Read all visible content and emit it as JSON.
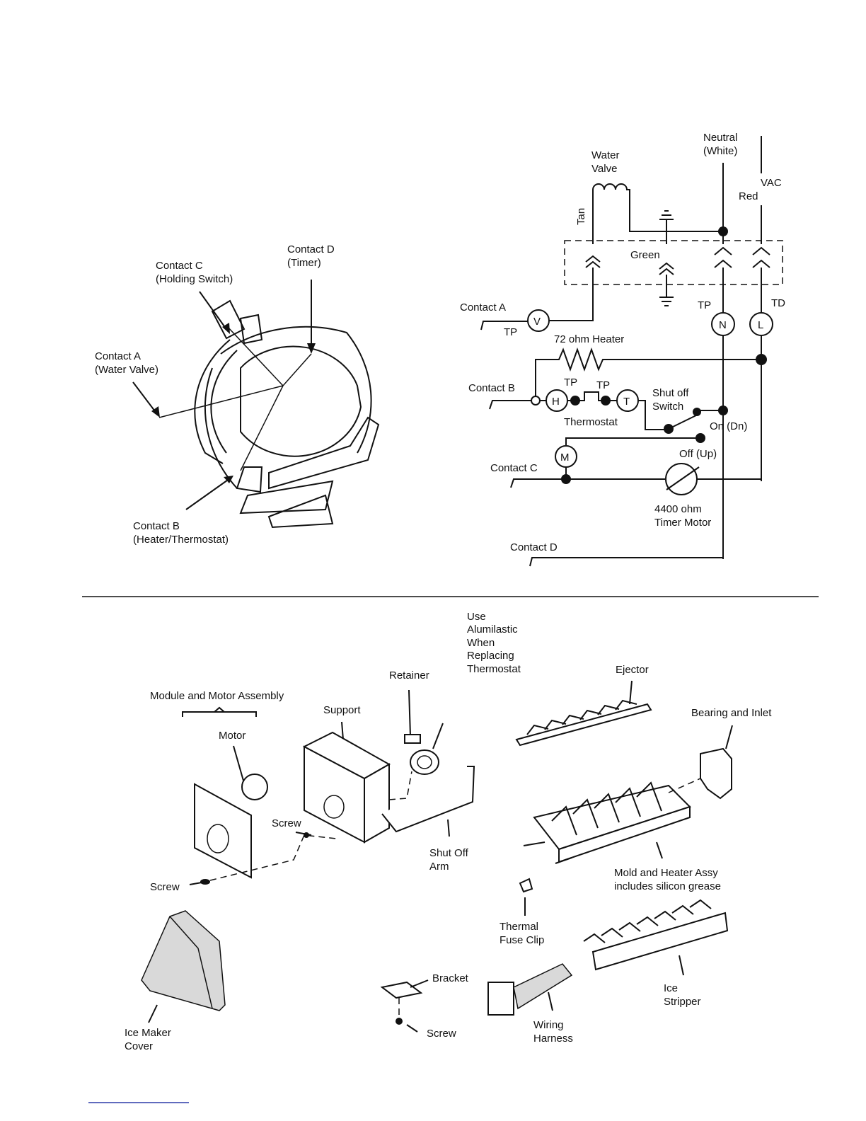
{
  "contact_diagram": {
    "contact_a": [
      "Contact A",
      "(Water Valve)"
    ],
    "contact_b": [
      "Contact B",
      "(Heater/Thermostat)"
    ],
    "contact_c": [
      "Contact C",
      "(Holding Switch)"
    ],
    "contact_d": [
      "Contact D",
      "(Timer)"
    ]
  },
  "wiring": {
    "neutral": [
      "Neutral",
      "(White)"
    ],
    "vac": "VAC",
    "red": "Red",
    "water_valve": [
      "Water",
      "Valve"
    ],
    "tan": "Tan",
    "green": "Green",
    "tp_left": "TP",
    "tp_n": "TP",
    "td": "TD",
    "contact_a": "Contact A",
    "contact_b": "Contact B",
    "contact_c": "Contact C",
    "contact_d": "Contact D",
    "heater": "72 ohm Heater",
    "tp_h": "TP",
    "tp_t": "TP",
    "thermostat": "Thermostat",
    "shutoff": [
      "Shut off",
      "Switch"
    ],
    "on_dn": "On (Dn)",
    "off_up": "Off (Up)",
    "timer_motor": [
      "4400 ohm",
      "Timer Motor"
    ],
    "symbols": {
      "v": "V",
      "n": "N",
      "l": "L",
      "h": "H",
      "t": "T",
      "m": "M"
    }
  },
  "parts": {
    "alumilastic": [
      "Use",
      "Alumilastic",
      "When",
      "Replacing",
      "Thermostat"
    ],
    "ejector": "Ejector",
    "retainer": "Retainer",
    "module_motor": "Module and Motor Assembly",
    "support": "Support",
    "bearing_inlet": "Bearing and Inlet",
    "motor": "Motor",
    "screw1": "Screw",
    "screw2": "Screw",
    "screw3": "Screw",
    "shut_off_arm": [
      "Shut Off",
      "Arm"
    ],
    "mold_heater": [
      "Mold and Heater Assy",
      "includes silicon grease"
    ],
    "thermal_fuse": [
      "Thermal",
      "Fuse Clip"
    ],
    "ice_stripper": [
      "Ice",
      "Stripper"
    ],
    "bracket": "Bracket",
    "wiring_harness": [
      "Wiring",
      "Harness"
    ],
    "ice_maker_cover": [
      "Ice Maker",
      "Cover"
    ]
  },
  "colors": {
    "ink": "#111111",
    "page": "#ffffff",
    "footer_link": "#2b3aa8"
  }
}
